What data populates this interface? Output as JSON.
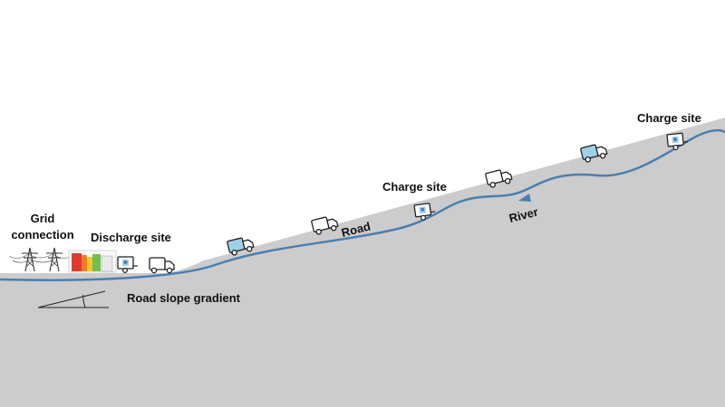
{
  "labels": {
    "grid_line1": "Grid",
    "grid_line2": "connection",
    "discharge_site": "Discharge site",
    "charge_site_middle": "Charge site",
    "charge_site_top": "Charge site",
    "road": "Road",
    "river": "River",
    "road_slope_gradient": "Road slope gradient"
  },
  "colors": {
    "ground": "#cccccc",
    "river": "#4a7fb0",
    "truck_blue": "#9fd0ea",
    "truck_white": "#ffffff",
    "outline": "#222222",
    "battery_colors": [
      "#e03a2f",
      "#f07a25",
      "#f6c52c",
      "#6cc24a"
    ]
  },
  "icons": {
    "pylon": "pylon-icon",
    "truck": "truck-icon",
    "battery_station": "battery-station-icon",
    "charging_trailer": "charging-trailer-icon"
  }
}
